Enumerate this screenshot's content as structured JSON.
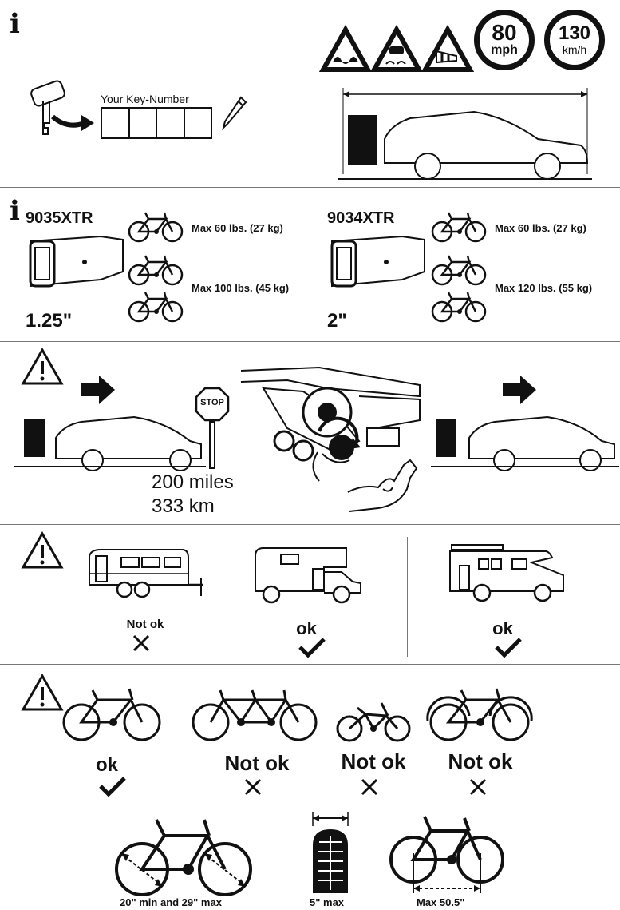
{
  "header": {
    "info_icon": "info-icon",
    "warning_signs": [
      "bump-warning-sign",
      "slippery-road-warning-sign",
      "crosswind-warning-sign"
    ],
    "speed_limit_1": {
      "value": "80",
      "unit": "mph"
    },
    "speed_limit_2": {
      "value": "130",
      "unit": "km/h"
    },
    "key_label": "Your Key-Number"
  },
  "models": {
    "left": {
      "name": "9035XTR",
      "hitch": "1.25\"",
      "max_1": "Max 60 lbs. (27 kg)",
      "max_2": "Max 100 lbs. (45 kg)"
    },
    "right": {
      "name": "9034XTR",
      "hitch": "2\"",
      "max_1": "Max 60 lbs. (27 kg)",
      "max_2": "Max 120 lbs. (55 kg)"
    }
  },
  "check": {
    "stop_sign": "STOP",
    "distance_miles": "200 miles",
    "distance_km": "333 km"
  },
  "vehicles": {
    "trailer": "Not ok",
    "camper": "ok",
    "motorhome": "ok"
  },
  "bikes": {
    "standard": "ok",
    "tandem": "Not ok",
    "kids": "Not ok",
    "fenders": "Not ok"
  },
  "specs": {
    "wheel_size": "20\" min and 29\" max",
    "tire_width": "5\" max",
    "wheelbase": "Max 50.5\""
  }
}
